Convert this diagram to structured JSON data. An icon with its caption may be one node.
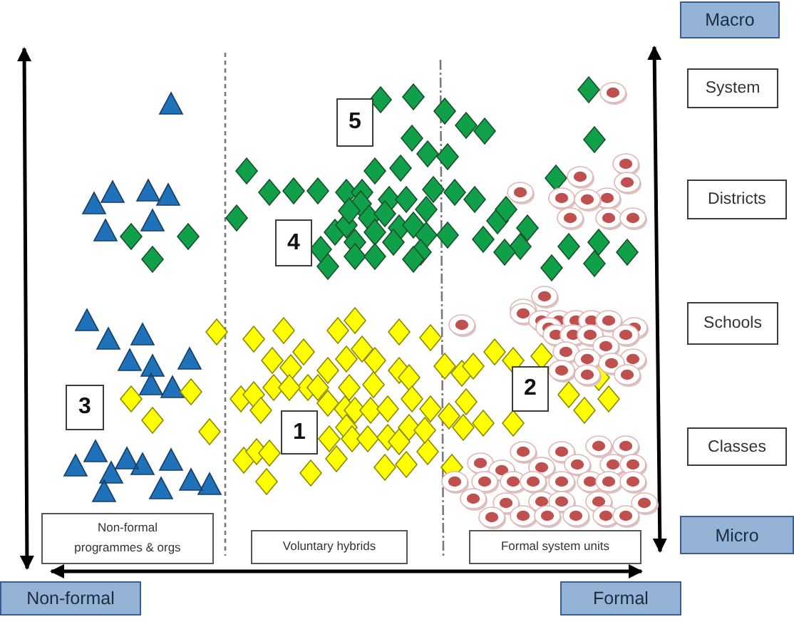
{
  "diagram": {
    "nodes": [
      {
        "text": [
          "Macro"
        ]
      },
      {
        "text": [
          "System"
        ]
      },
      {
        "text": [
          "5"
        ]
      },
      {
        "text": [
          "Districts"
        ]
      },
      {
        "text": [
          "4"
        ]
      },
      {
        "text": [
          "Schools"
        ]
      },
      {
        "text": [
          "2"
        ]
      },
      {
        "text": [
          "3"
        ]
      },
      {
        "text": [
          "1"
        ]
      },
      {
        "text": [
          "Classes"
        ]
      },
      {
        "text": [
          "Non-formal programmes & orgs"
        ]
      },
      {
        "text": [
          "Micro"
        ]
      },
      {
        "text": [
          "Voluntary hybrids"
        ]
      },
      {
        "text": [
          "Formal system units"
        ]
      },
      {
        "text": [
          "Non-formal"
        ]
      },
      {
        "text": [
          "Formal"
        ]
      }
    ],
    "edges": [
      {
        "from": 0,
        "to": 11,
        "arrow": "both"
      },
      {
        "from": 14,
        "to": 15,
        "arrow": "both"
      }
    ]
  }
}
